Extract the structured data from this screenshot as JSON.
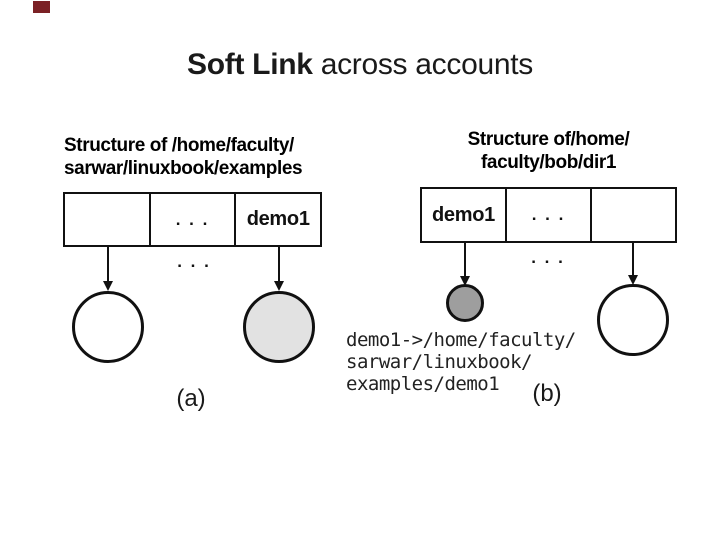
{
  "title": {
    "bold": "Soft Link",
    "rest": " across accounts"
  },
  "colors": {
    "line": "#111111",
    "shared_file_fill": "#e2e2e2",
    "link_file_fill": "#9e9e9e",
    "corner_accent": "#7b2125",
    "background": "#ffffff"
  },
  "diagram_a": {
    "heading_line1": "Structure of /home/faculty/",
    "heading_line2": "sarwar/linuxbook/examples",
    "cells": [
      "",
      ". . .",
      "demo1"
    ],
    "ellipsis": ". . .",
    "label": "(a)"
  },
  "diagram_b": {
    "heading_line1": "Structure of/home/",
    "heading_line2": "faculty/bob/dir1",
    "cells": [
      "demo1",
      ". . .",
      ""
    ],
    "ellipsis": ". . .",
    "link_text_lines": {
      "0": "demo1->/home/faculty/",
      "1": "sarwar/linuxbook/",
      "2": "examples/demo1"
    },
    "label": "(b)"
  }
}
